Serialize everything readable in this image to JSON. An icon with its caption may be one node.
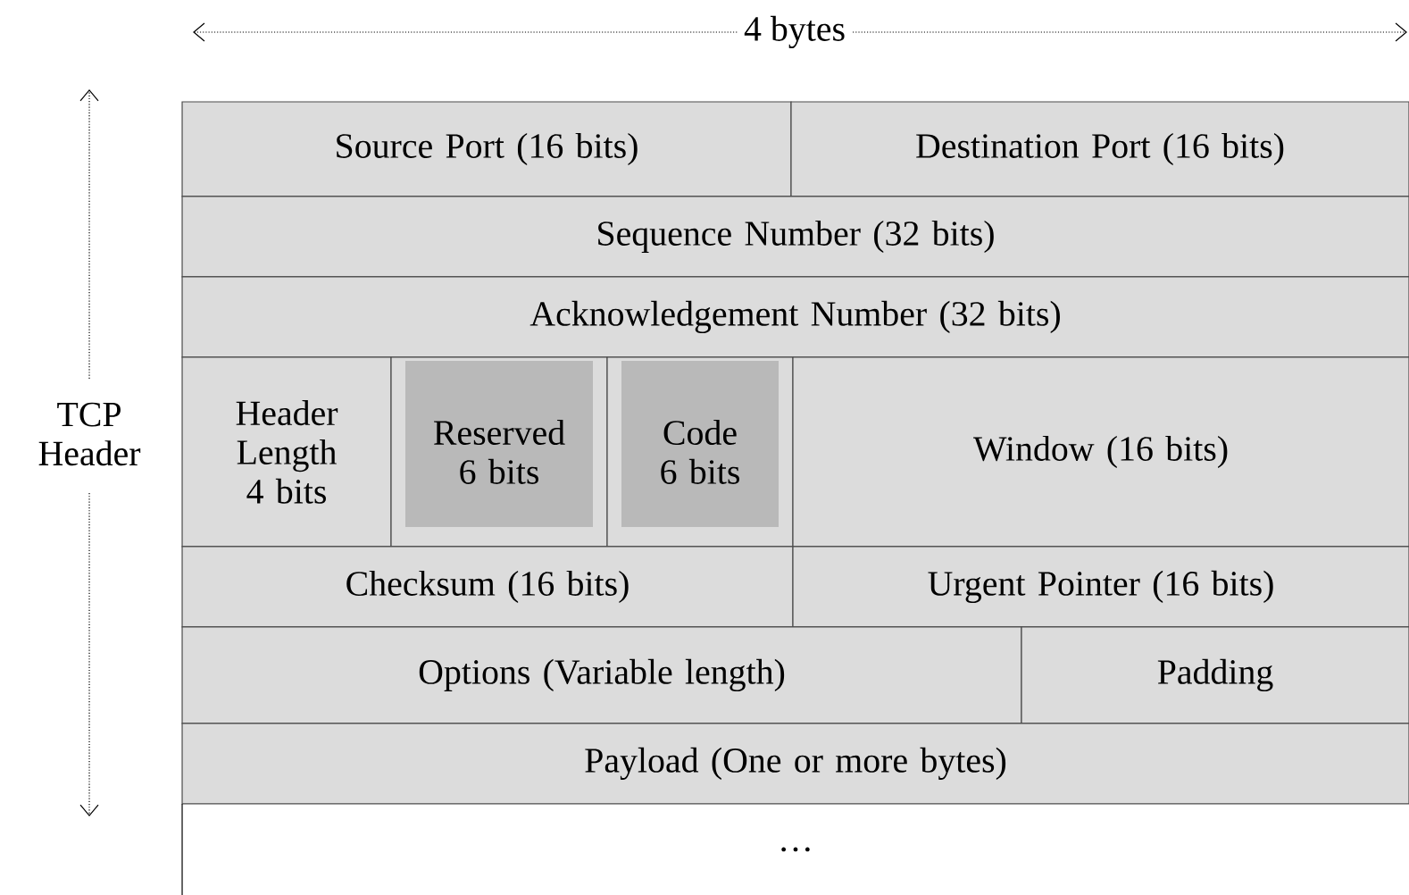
{
  "diagram": {
    "nodes": [
      {
        "text": [
          "Source Port (16 bits)"
        ]
      },
      {
        "text": [
          "Destination Port (16 bits)"
        ]
      },
      {
        "text": [
          "Sequence Number (32 bits)"
        ]
      },
      {
        "text": [
          "Acknowledgement Number (32 bits)"
        ]
      },
      {
        "text": [
          "Header Length 4 bits"
        ]
      },
      {
        "text": [
          "Reserved 6 bits"
        ]
      },
      {
        "text": [
          "Code 6 bits"
        ]
      },
      {
        "text": [
          "Window (16 bits)"
        ]
      },
      {
        "text": [
          "Checksum (16 bits)"
        ]
      },
      {
        "text": [
          "Urgent Pointer (16 bits)"
        ]
      },
      {
        "text": [
          "Options (Variable length)"
        ]
      },
      {
        "text": [
          "Padding"
        ]
      },
      {
        "text": [
          "Payload (One or more bytes)"
        ]
      },
      {
        "text": [
          "…"
        ]
      }
    ],
    "labels": [
      "4 bytes",
      "TCP Header"
    ]
  }
}
